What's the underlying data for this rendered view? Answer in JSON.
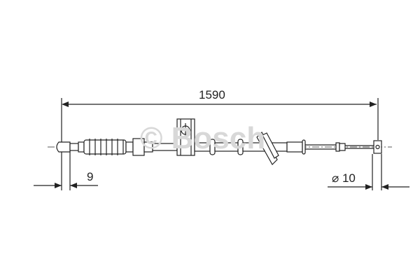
{
  "diagram": {
    "overall_length_label": "1590",
    "end_offset_label": "9",
    "diameter_label": "⌀ 10",
    "watermark": "© Bosch",
    "colors": {
      "line": "#222222",
      "watermark": "#d8d8d8",
      "background": "#ffffff"
    }
  }
}
